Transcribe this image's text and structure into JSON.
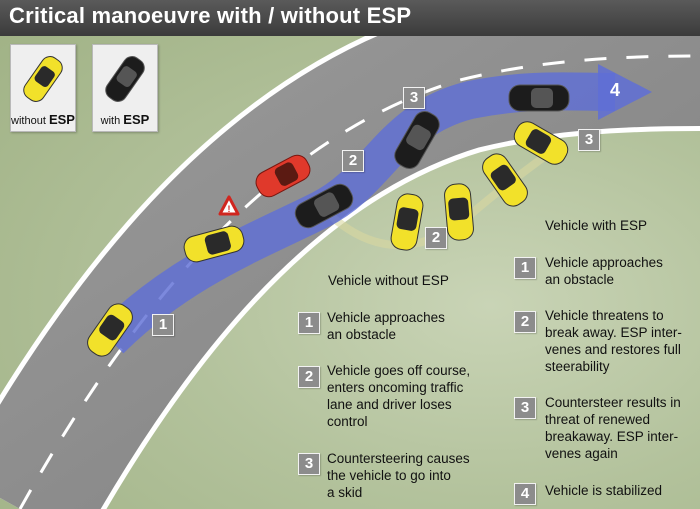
{
  "title": "Critical manoeuvre with / without ESP",
  "legend": {
    "without_label": "without",
    "without_esp": "ESP",
    "with_label": "with",
    "with_esp": "ESP"
  },
  "scene_markers": [
    "1",
    "2",
    "3",
    "4",
    "2",
    "3"
  ],
  "without_esp": {
    "heading": "Vehicle without ESP",
    "steps": [
      {
        "num": "1",
        "lines": [
          "Vehicle approaches",
          "an obstacle"
        ]
      },
      {
        "num": "2",
        "lines": [
          "Vehicle goes off course,",
          "enters oncoming traffic",
          "lane and driver loses",
          "control"
        ]
      },
      {
        "num": "3",
        "lines": [
          "Countersteering causes",
          "the vehicle to go into",
          "a skid"
        ]
      }
    ]
  },
  "with_esp": {
    "heading": "Vehicle with ESP",
    "steps": [
      {
        "num": "1",
        "lines": [
          "Vehicle approaches",
          "an obstacle"
        ]
      },
      {
        "num": "2",
        "lines": [
          "Vehicle threatens to",
          "break away. ESP inter-",
          "venes and restores full",
          "steerability"
        ]
      },
      {
        "num": "3",
        "lines": [
          "Countersteer results in",
          "threat of renewed",
          "breakaway. ESP inter-",
          "venes again"
        ]
      },
      {
        "num": "4",
        "lines": [
          "Vehicle is stabilized"
        ]
      }
    ]
  },
  "colors": {
    "road": "#8d8d8d",
    "road_edge": "#ffffff",
    "arrow": "#5f6fd6",
    "car_yellow": "#f2e12a",
    "car_black": "#1c1c1c",
    "car_red": "#e0392b",
    "badge": "#8c8c8c",
    "title_bg": "#4a4a4a"
  }
}
